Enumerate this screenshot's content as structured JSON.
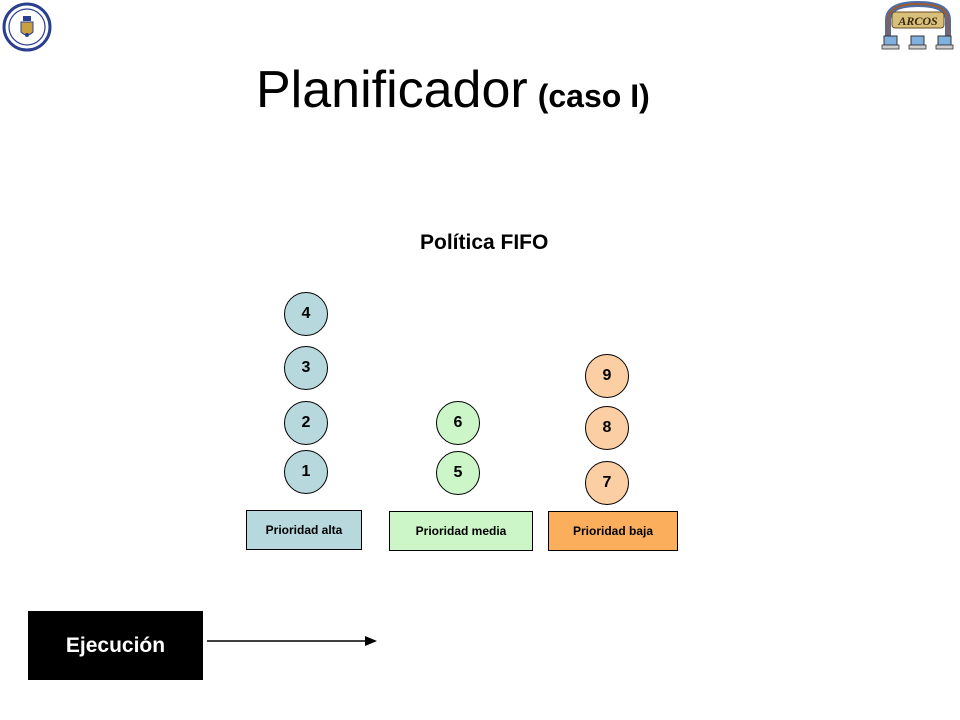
{
  "title": {
    "main": "Planificador",
    "sub": "(caso I)"
  },
  "policy_label": "Política FIFO",
  "queues": [
    {
      "label": "Prioridad alta",
      "processes": [
        "1",
        "2",
        "3",
        "4"
      ],
      "color": "#b7d8dc"
    },
    {
      "label": "Prioridad media",
      "processes": [
        "5",
        "6"
      ],
      "color": "#ccf5c8"
    },
    {
      "label": "Prioridad baja",
      "processes": [
        "7",
        "8",
        "9"
      ],
      "color": "#fbaf5d"
    }
  ],
  "execution_label": "Ejecución"
}
